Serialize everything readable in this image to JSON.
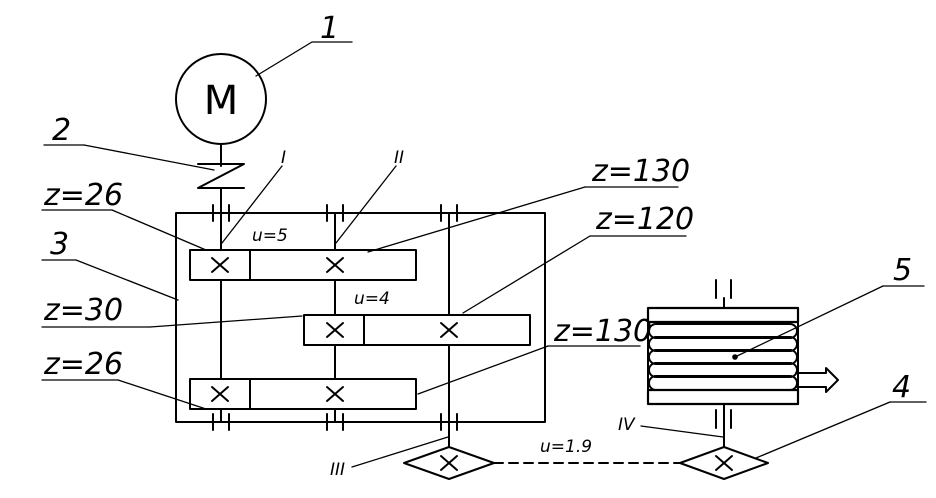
{
  "callouts": {
    "motor": "1",
    "coupling": "2",
    "gearbox": "3",
    "chain_drive": "4",
    "drum": "5"
  },
  "motor_symbol": "M",
  "shafts": {
    "I": "I",
    "II": "II",
    "III": "III",
    "IV": "IV"
  },
  "teeth": {
    "top_pinion": "z=26",
    "top_wheel": "z=130",
    "mid_pinion": "z=30",
    "mid_wheel": "z=120",
    "low_pinion": "z=26",
    "low_wheel": "z=130"
  },
  "ratios": {
    "top": "u=5",
    "mid": "u=4",
    "chain": "u=1.9"
  }
}
